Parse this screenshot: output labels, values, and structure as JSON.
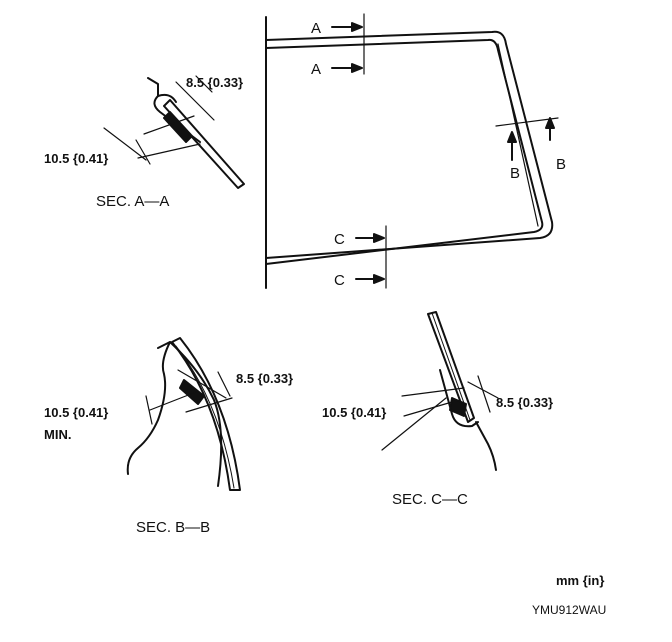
{
  "sec_a": {
    "title": "SEC. A—A",
    "dim_top": "8.5 {0.33}",
    "dim_left": "10.5 {0.41}"
  },
  "sec_b": {
    "title": "SEC. B—B",
    "dim_right": "8.5 {0.33}",
    "dim_left": "10.5 {0.41}",
    "dim_left_note": "MIN."
  },
  "sec_c": {
    "title": "SEC. C—C",
    "dim_right": "8.5 {0.33}",
    "dim_left": "10.5 {0.41}"
  },
  "windshield": {
    "marker_a": "A",
    "marker_b": "B",
    "marker_c": "C"
  },
  "units": "mm {in}",
  "figure_code": "YMU912WAU"
}
